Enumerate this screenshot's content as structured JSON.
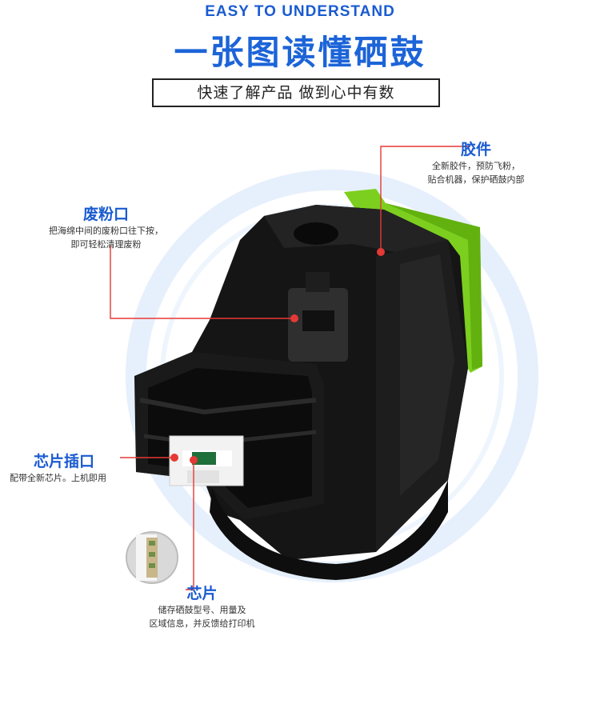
{
  "header": {
    "kicker": "EASY TO UNDERSTAND",
    "title": "一张图读懂硒鼓",
    "subtitle": "快速了解产品 做到心中有数"
  },
  "colors": {
    "brand_blue": "#1a5bd0",
    "title_blue": "#1c64d8",
    "callout_red": "#e53935",
    "accent_green": "#7ccf1f",
    "body_black": "#141414",
    "ring_blue": "#d7e7fb"
  },
  "callouts": {
    "parts": {
      "title": "胶件",
      "line1": "全新胶件，预防飞粉，",
      "line2": "贴合机器，保护硒鼓内部"
    },
    "waste_port": {
      "title": "废粉口",
      "line1": "把海绵中间的废粉口往下按，",
      "line2": "即可轻松清理废粉"
    },
    "chip_slot": {
      "title": "芯片插口",
      "line1": "配带全新芯片。上机即用"
    },
    "chip": {
      "title": "芯片",
      "line1": "储存硒鼓型号、用量及",
      "line2": "区域信息，并反馈给打印机"
    }
  }
}
